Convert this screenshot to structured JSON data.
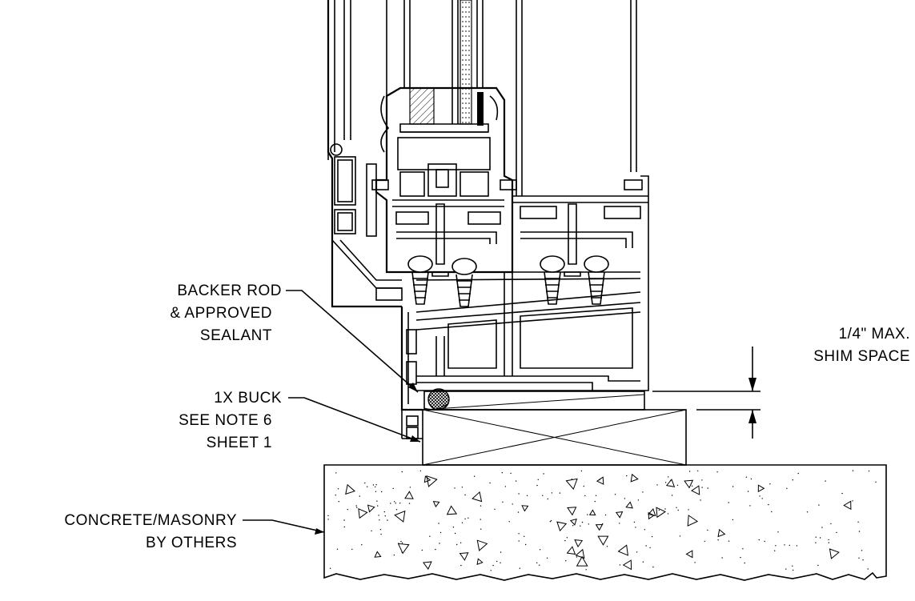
{
  "callouts": {
    "backer_rod": [
      "BACKER ROD",
      "& APPROVED",
      "SEALANT"
    ],
    "buck": [
      "1X BUCK",
      "SEE NOTE 6",
      "SHEET 1"
    ],
    "concrete": [
      "CONCRETE/MASONRY",
      "BY OTHERS"
    ],
    "shim": [
      "1/4\" MAX.",
      "SHIM SPACE"
    ]
  },
  "colors": {
    "line": "#000000",
    "background": "#ffffff"
  }
}
